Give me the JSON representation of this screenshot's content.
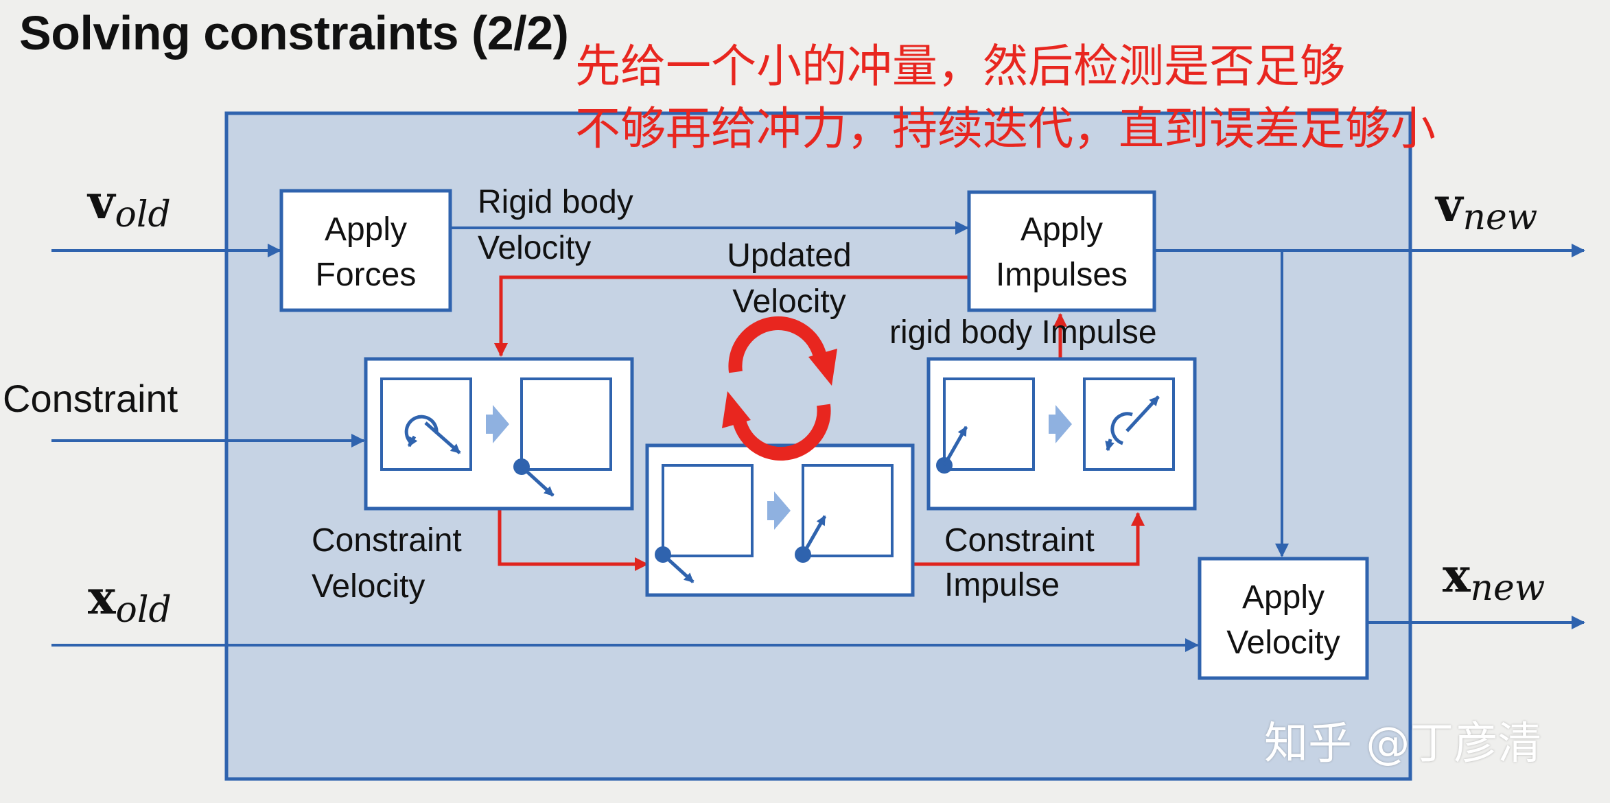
{
  "slide": {
    "title": "Solving constraints (2/2)",
    "annotation_line1": "先给一个小的冲量，然后检测是否足够",
    "annotation_line2": "不够再给冲力，持续迭代，直到误差足够小",
    "watermark": "知乎 @丁彦清"
  },
  "inputs": {
    "v_old_base": "v",
    "v_old_sub": "old",
    "constraint": "Constraint",
    "x_old_base": "x",
    "x_old_sub": "old"
  },
  "outputs": {
    "v_new_base": "v",
    "v_new_sub": "new",
    "x_new_base": "x",
    "x_new_sub": "new"
  },
  "boxes": {
    "apply_forces_line1": "Apply",
    "apply_forces_line2": "Forces",
    "apply_impulses_line1": "Apply",
    "apply_impulses_line2": "Impulses",
    "apply_velocity_line1": "Apply",
    "apply_velocity_line2": "Velocity"
  },
  "labels": {
    "rigid_body_velocity_line1": "Rigid body",
    "rigid_body_velocity_line2": "Velocity",
    "updated_velocity_line1": "Updated",
    "updated_velocity_line2": "Velocity",
    "rigid_body_impulse": "rigid body Impulse",
    "constraint_velocity_line1": "Constraint",
    "constraint_velocity_line2": "Velocity",
    "constraint_impulse_line1": "Constraint",
    "constraint_impulse_line2": "Impulse"
  },
  "colors": {
    "panel_fill": "#c6d3e4",
    "box_border": "#2f63ae",
    "arrow_blue": "#2f63ae",
    "arrow_red": "#e0241e",
    "light_arrow": "#8fb1e0",
    "annotation_red": "#e8261f"
  },
  "icons": {
    "cycle": "refresh-cycle-icon",
    "rotation": "rotation-arrow-icon",
    "pivot_vector": "pivot-vector-icon"
  }
}
